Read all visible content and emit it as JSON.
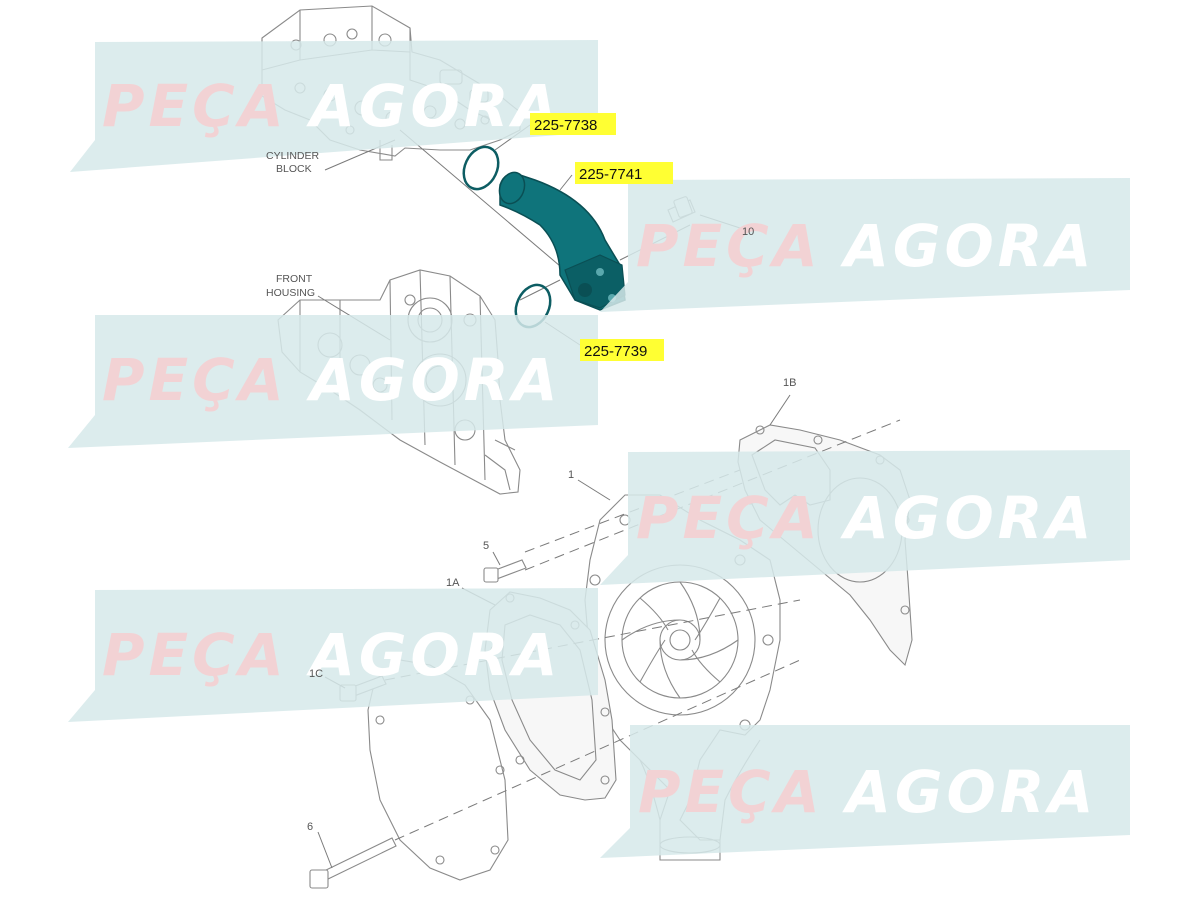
{
  "watermark": {
    "part1": "PEÇA",
    "part2": "AGORA",
    "band_color": "#d6e9ea",
    "text_color_1": "#f2d2d4",
    "text_color_2": "#ffffff"
  },
  "labels": {
    "cylinder_block_line1": "CYLINDER",
    "cylinder_block_line2": "BLOCK",
    "front_housing_line1": "FRONT",
    "front_housing_line2": "HOUSING"
  },
  "callouts": {
    "oring_upper": "225-7738",
    "tube": "225-7741",
    "oring_lower": "225-7739",
    "highlight_color": "#ffff33"
  },
  "item_numbers": {
    "bolt_10": "10",
    "gasket_1b": "1B",
    "pump_1": "1",
    "bolt_5": "5",
    "gasket_1a": "1A",
    "bolt_1c": "1C",
    "bolt_6": "6"
  },
  "highlight_part_color": "#0f747b"
}
